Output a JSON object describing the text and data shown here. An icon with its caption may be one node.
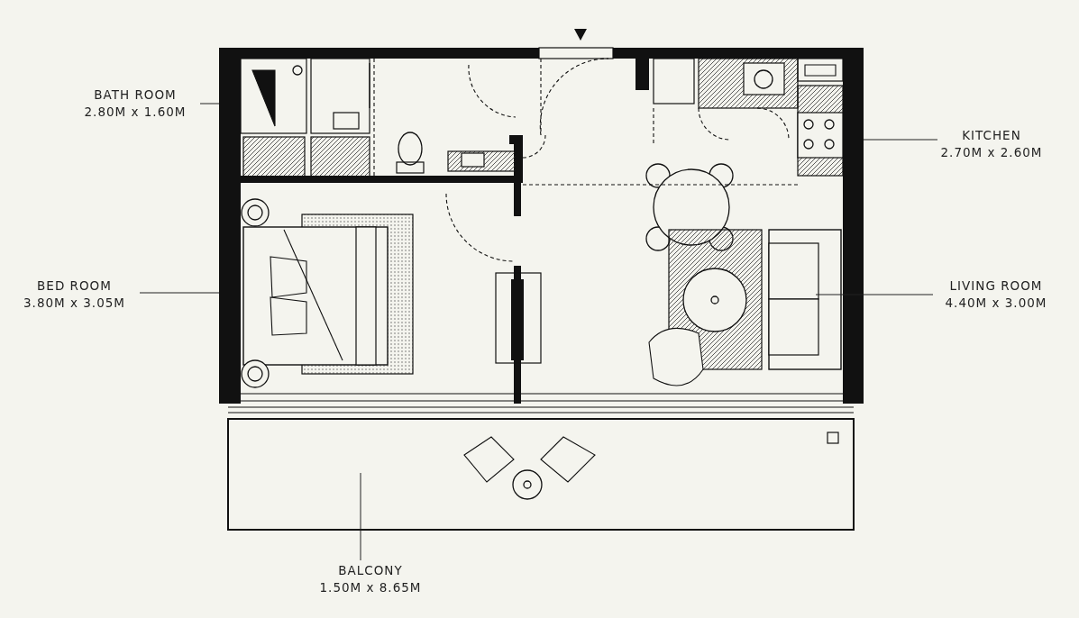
{
  "diagram": {
    "nodes": [
      {
        "text": [
          "BATH ROOM",
          "2.80M x 1.60M"
        ]
      },
      {
        "text": [
          "KITCHEN",
          "2.70M x 2.60M"
        ]
      },
      {
        "text": [
          "BED ROOM",
          "3.80M x 3.05M"
        ]
      },
      {
        "text": [
          "LIVING ROOM",
          "4.40M x 3.00M"
        ]
      },
      {
        "text": [
          "BALCONY",
          "1.50M x 8.65M"
        ]
      }
    ],
    "edges": [
      {
        "from": 0,
        "to": null,
        "arrow": "none"
      },
      {
        "from": 1,
        "to": null,
        "arrow": "none"
      },
      {
        "from": 2,
        "to": null,
        "arrow": "none"
      },
      {
        "from": 3,
        "to": null,
        "arrow": "none"
      },
      {
        "from": 4,
        "to": null,
        "arrow": "none"
      }
    ]
  }
}
